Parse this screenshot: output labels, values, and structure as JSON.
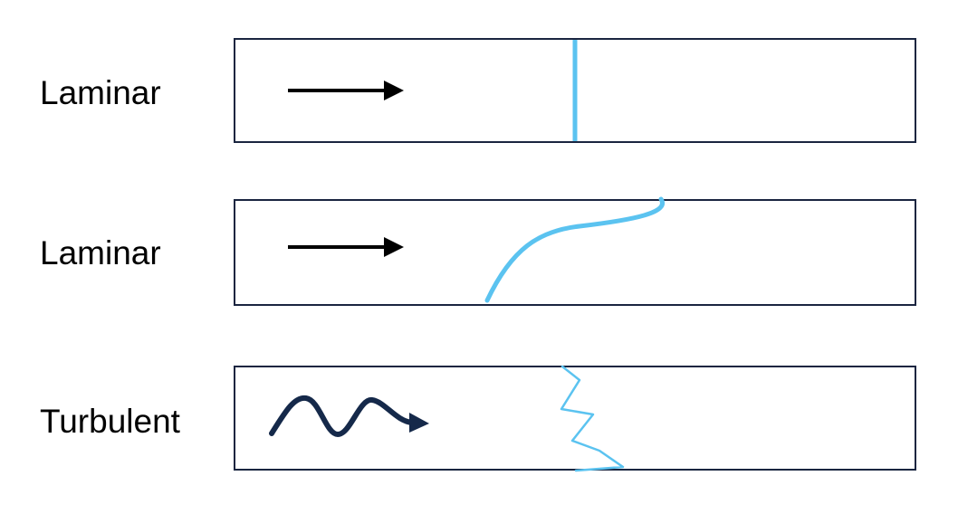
{
  "rows": [
    {
      "label": "Laminar"
    },
    {
      "label": "Laminar"
    },
    {
      "label": "Turbulent"
    }
  ],
  "colors": {
    "box_border": "#1a2540",
    "straight_arrow": "#000000",
    "wavy_arrow": "#15294a",
    "profile": "#5bc3f0"
  }
}
